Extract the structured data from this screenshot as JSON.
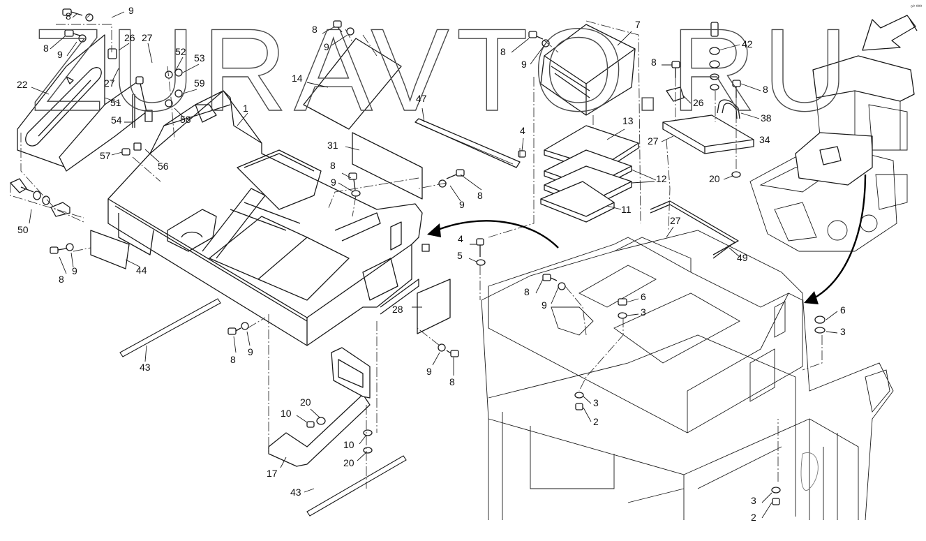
{
  "watermark": "ZURAVTO.RU",
  "image_code": "⁸⁰ ⁰⁰⁰",
  "part_labels": [
    {
      "id": "p8a",
      "text": "8"
    },
    {
      "id": "p9a",
      "text": "9"
    },
    {
      "id": "p8b",
      "text": "8"
    },
    {
      "id": "p9b",
      "text": "9"
    },
    {
      "id": "p26a",
      "text": "26"
    },
    {
      "id": "p27a",
      "text": "27"
    },
    {
      "id": "p52",
      "text": "52"
    },
    {
      "id": "p53",
      "text": "53"
    },
    {
      "id": "p22",
      "text": "22"
    },
    {
      "id": "p27b",
      "text": "27"
    },
    {
      "id": "p59",
      "text": "59"
    },
    {
      "id": "p51",
      "text": "51"
    },
    {
      "id": "p58",
      "text": "58"
    },
    {
      "id": "p54",
      "text": "54"
    },
    {
      "id": "p57",
      "text": "57"
    },
    {
      "id": "p56",
      "text": "56"
    },
    {
      "id": "p50",
      "text": "50"
    },
    {
      "id": "p8c",
      "text": "8"
    },
    {
      "id": "p9c",
      "text": "9"
    },
    {
      "id": "p44",
      "text": "44"
    },
    {
      "id": "p43a",
      "text": "43"
    },
    {
      "id": "p8d",
      "text": "8"
    },
    {
      "id": "p9d",
      "text": "9"
    },
    {
      "id": "p14",
      "text": "14"
    },
    {
      "id": "p1",
      "text": "1"
    },
    {
      "id": "p8e",
      "text": "8"
    },
    {
      "id": "p9e",
      "text": "9"
    },
    {
      "id": "p47",
      "text": "47"
    },
    {
      "id": "p31",
      "text": "31"
    },
    {
      "id": "p8f",
      "text": "8"
    },
    {
      "id": "p9f",
      "text": "9"
    },
    {
      "id": "p9g",
      "text": "9"
    },
    {
      "id": "p8g",
      "text": "8"
    },
    {
      "id": "p4a",
      "text": "4"
    },
    {
      "id": "p28",
      "text": "28"
    },
    {
      "id": "p9h",
      "text": "9"
    },
    {
      "id": "p8h",
      "text": "8"
    },
    {
      "id": "p20a",
      "text": "20"
    },
    {
      "id": "p10a",
      "text": "10"
    },
    {
      "id": "p17",
      "text": "17"
    },
    {
      "id": "p10b",
      "text": "10"
    },
    {
      "id": "p20b",
      "text": "20"
    },
    {
      "id": "p43b",
      "text": "43"
    },
    {
      "id": "p8i",
      "text": "8"
    },
    {
      "id": "p9i",
      "text": "9"
    },
    {
      "id": "p7",
      "text": "7"
    },
    {
      "id": "p13",
      "text": "13"
    },
    {
      "id": "p12",
      "text": "12"
    },
    {
      "id": "p11",
      "text": "11"
    },
    {
      "id": "p4b",
      "text": "4"
    },
    {
      "id": "p5",
      "text": "5"
    },
    {
      "id": "p8j",
      "text": "8"
    },
    {
      "id": "p9j",
      "text": "9"
    },
    {
      "id": "p6a",
      "text": "6"
    },
    {
      "id": "p3a",
      "text": "3"
    },
    {
      "id": "p3b",
      "text": "3"
    },
    {
      "id": "p2a",
      "text": "2"
    },
    {
      "id": "p8k",
      "text": "8"
    },
    {
      "id": "p42",
      "text": "42"
    },
    {
      "id": "p8l",
      "text": "8"
    },
    {
      "id": "p26b",
      "text": "26"
    },
    {
      "id": "p38",
      "text": "38"
    },
    {
      "id": "p27c",
      "text": "27"
    },
    {
      "id": "p34",
      "text": "34"
    },
    {
      "id": "p20c",
      "text": "20"
    },
    {
      "id": "p27d",
      "text": "27"
    },
    {
      "id": "p49",
      "text": "49"
    },
    {
      "id": "p6b",
      "text": "6"
    },
    {
      "id": "p3c",
      "text": "3"
    },
    {
      "id": "p3d",
      "text": "3"
    },
    {
      "id": "p2b",
      "text": "2"
    }
  ]
}
